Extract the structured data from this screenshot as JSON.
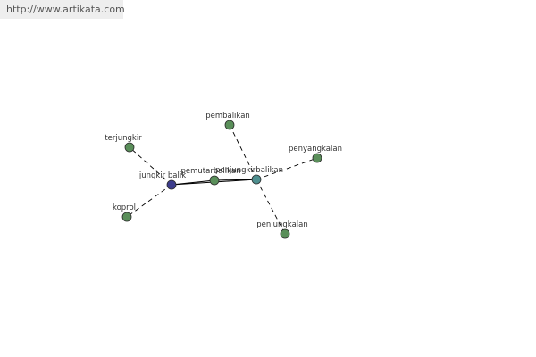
{
  "header": {
    "source_url": "http://www.artikata.com"
  },
  "colors": {
    "leaf_node": "#5a8f5a",
    "primary_node": "#3c3c8c",
    "secondary_node": "#4e8f8f",
    "node_stroke": "#2b2b2b",
    "edge": "#000000"
  },
  "graph": {
    "nodes": [
      {
        "id": "jungkir-balik",
        "label": "jungkir balik",
        "kind": "primary"
      },
      {
        "id": "pemutarbalikan",
        "label": "pemutarbalikan",
        "kind": "leaf"
      },
      {
        "id": "penjungkirbalikan",
        "label": "penjungkirbalikan",
        "kind": "secondary"
      },
      {
        "id": "terjungkir",
        "label": "terjungkir",
        "kind": "leaf"
      },
      {
        "id": "koprol",
        "label": "koprol",
        "kind": "leaf"
      },
      {
        "id": "pembalikan",
        "label": "pembalikan",
        "kind": "leaf"
      },
      {
        "id": "penyangkalan",
        "label": "penyangkalan",
        "kind": "leaf"
      },
      {
        "id": "penjungkalan",
        "label": "penjungkalan",
        "kind": "leaf"
      }
    ],
    "edges": [
      {
        "from": "jungkir-balik",
        "to": "pemutarbalikan",
        "style": "solid"
      },
      {
        "from": "pemutarbalikan",
        "to": "penjungkirbalikan",
        "style": "solid"
      },
      {
        "from": "jungkir-balik",
        "to": "penjungkirbalikan",
        "style": "solid"
      },
      {
        "from": "jungkir-balik",
        "to": "terjungkir",
        "style": "dashed"
      },
      {
        "from": "jungkir-balik",
        "to": "koprol",
        "style": "dashed"
      },
      {
        "from": "penjungkirbalikan",
        "to": "pembalikan",
        "style": "dashed"
      },
      {
        "from": "penjungkirbalikan",
        "to": "penyangkalan",
        "style": "dashed"
      },
      {
        "from": "penjungkirbalikan",
        "to": "penjungkalan",
        "style": "dashed"
      }
    ]
  }
}
